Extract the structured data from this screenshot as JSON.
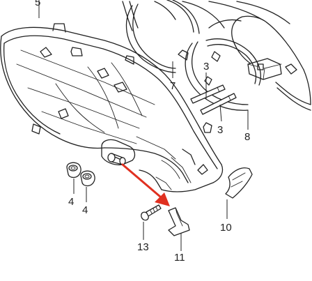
{
  "diagram": {
    "callouts": {
      "top_left": "5",
      "ring_label": "7",
      "pin_upper": "3",
      "pin_lower": "3",
      "gauge_ring": "8",
      "grommet_left": "4",
      "grommet_right": "4",
      "cover_piece": "10",
      "screw": "13",
      "bracket": "11"
    },
    "colors": {
      "line": "#222222",
      "arrow": "#e03020",
      "background": "#ffffff"
    }
  }
}
